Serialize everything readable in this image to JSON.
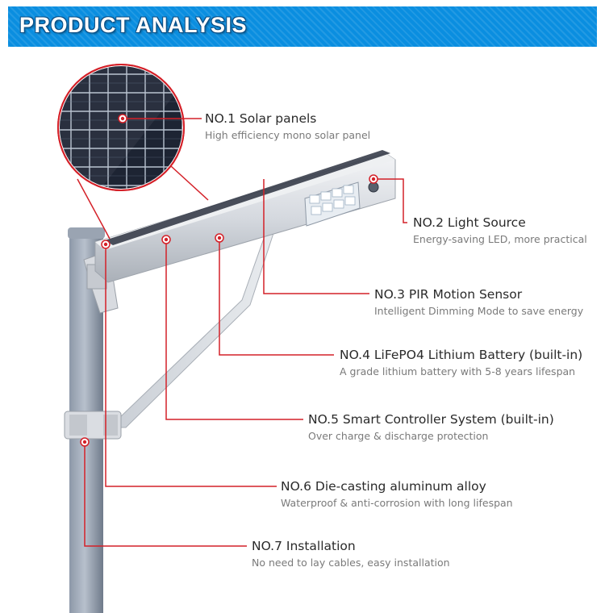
{
  "header": {
    "title": "PRODUCT ANALYSIS"
  },
  "features": [
    {
      "title": "NO.1 Solar panels",
      "desc": "High efficiency mono solar panel"
    },
    {
      "title": "NO.2  Light Source",
      "desc": "Energy-saving LED, more practical"
    },
    {
      "title": "NO.3 PIR Motion Sensor",
      "desc": "Intelligent Dimming Mode to save energy"
    },
    {
      "title": "NO.4  LiFePO4 Lithium Battery (built-in)",
      "desc": "A grade lithium battery with 5-8 years lifespan"
    },
    {
      "title": "NO.5 Smart Controller System (built-in)",
      "desc": "Over charge & discharge protection"
    },
    {
      "title": "NO.6 Die-casting aluminum alloy",
      "desc": "Waterproof & anti-corrosion with long lifespan"
    },
    {
      "title": "NO.7 Installation",
      "desc": "No need to lay cables, easy installation"
    }
  ],
  "colors": {
    "banner": "#0a8ee0",
    "callout_line": "#d42028",
    "marker": "#d42028"
  }
}
